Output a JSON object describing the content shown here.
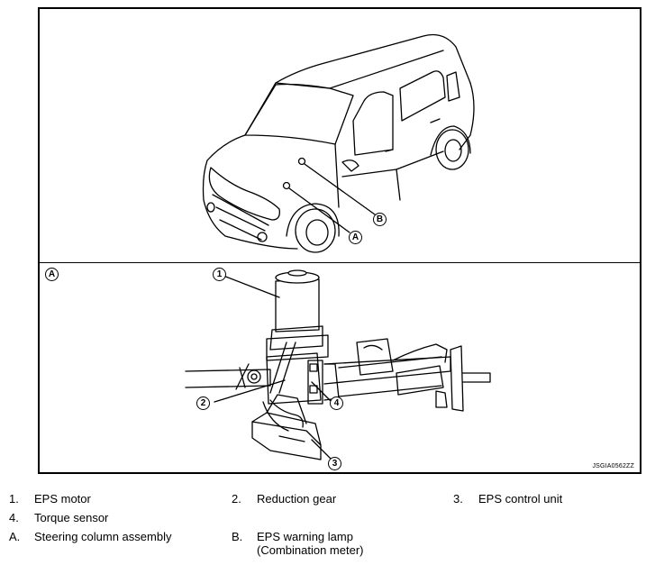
{
  "panel_label": "A",
  "figure_code": "JSGIA0562ZZ",
  "callouts": {
    "c1": "1",
    "c2": "2",
    "c3": "3",
    "c4": "4",
    "cA": "A",
    "cB": "B"
  },
  "legend": [
    {
      "key": "1.",
      "label": "EPS motor"
    },
    {
      "key": "2.",
      "label": "Reduction gear"
    },
    {
      "key": "3.",
      "label": "EPS control unit"
    },
    {
      "key": "4.",
      "label": "Torque sensor"
    },
    {
      "key": "A.",
      "label": "Steering column assembly"
    },
    {
      "key": "B.",
      "label": "EPS warning lamp",
      "label2": "(Combination meter)"
    }
  ]
}
